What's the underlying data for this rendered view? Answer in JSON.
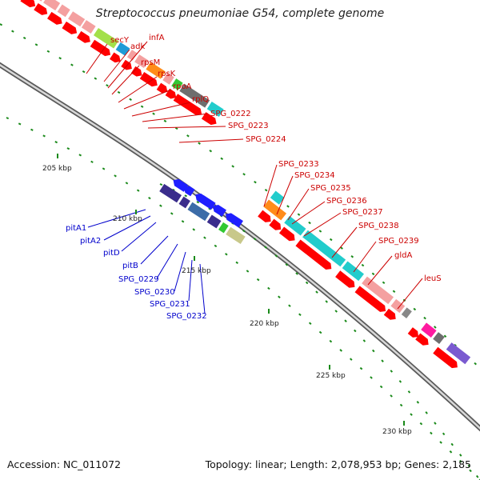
{
  "title": "Streptococcus pneumoniae G54, complete genome",
  "footer": {
    "accession": "Accession: NC_011072",
    "topology": "Topology: linear; Length: 2,078,953 bp; Genes: 2,185"
  },
  "scale_ticks": [
    {
      "label": "205 kbp"
    },
    {
      "label": "210 kbp"
    },
    {
      "label": "215 kbp"
    },
    {
      "label": "220 kbp"
    },
    {
      "label": "225 kbp"
    },
    {
      "label": "230 kbp"
    }
  ],
  "gene_labels_forward": [
    "secY",
    "infA",
    "adk",
    "rpsM",
    "rpsK",
    "rpoA",
    "rplQ",
    "SPG_0222",
    "SPG_0223",
    "SPG_0224",
    "SPG_0233",
    "SPG_0234",
    "SPG_0235",
    "SPG_0236",
    "SPG_0237",
    "SPG_0238",
    "SPG_0239",
    "gldA",
    "leuS"
  ],
  "gene_labels_reverse": [
    "pitA1",
    "pitA2",
    "pitD",
    "pitB",
    "SPG_0229",
    "SPG_0230",
    "SPG_0231",
    "SPG_0232"
  ],
  "colors": {
    "forward_label": "#cc0000",
    "reverse_label": "#0000cc",
    "cds": "#ff0000",
    "cds_reverse": "#1f1fff",
    "backbone": "#999999",
    "dots": "#1a8a1a"
  }
}
